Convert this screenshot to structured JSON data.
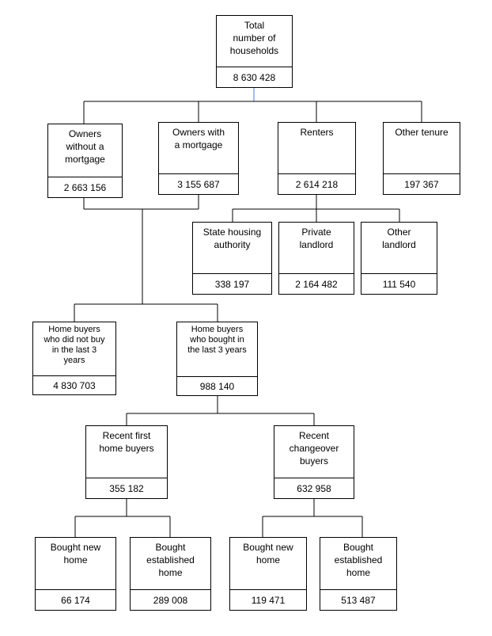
{
  "nodes": {
    "total": {
      "label": "Total\nnumber of\nhouseholds",
      "value": "8 630 428"
    },
    "owners_nm": {
      "label": "Owners\nwithout a\nmortgage",
      "value": "2 663 156"
    },
    "owners_m": {
      "label": "Owners with\na mortgage",
      "value": "3 155 687"
    },
    "renters": {
      "label": "Renters",
      "value": "2 614 218"
    },
    "other_tenure": {
      "label": "Other tenure",
      "value": "197 367"
    },
    "state": {
      "label": "State housing\nauthority",
      "value": "338 197"
    },
    "private": {
      "label": "Private\nlandlord",
      "value": "2 164 482"
    },
    "other_ll": {
      "label": "Other\nlandlord",
      "value": "111 540"
    },
    "not_bought": {
      "label": "Home buyers\nwho did not buy\nin the last 3\nyears",
      "value": "4 830 703"
    },
    "bought": {
      "label": "Home buyers\nwho bought in\nthe last 3 years",
      "value": "988 140"
    },
    "first": {
      "label": "Recent first\nhome buyers",
      "value": "355 182"
    },
    "changeover": {
      "label": "Recent\nchangeover\nbuyers",
      "value": "632 958"
    },
    "first_new": {
      "label": "Bought new\nhome",
      "value": "66 174"
    },
    "first_est": {
      "label": "Bought\nestablished\nhome",
      "value": "289 008"
    },
    "change_new": {
      "label": "Bought new\nhome",
      "value": "119 471"
    },
    "change_est": {
      "label": "Bought\nestablished\nhome",
      "value": "513 487"
    }
  }
}
